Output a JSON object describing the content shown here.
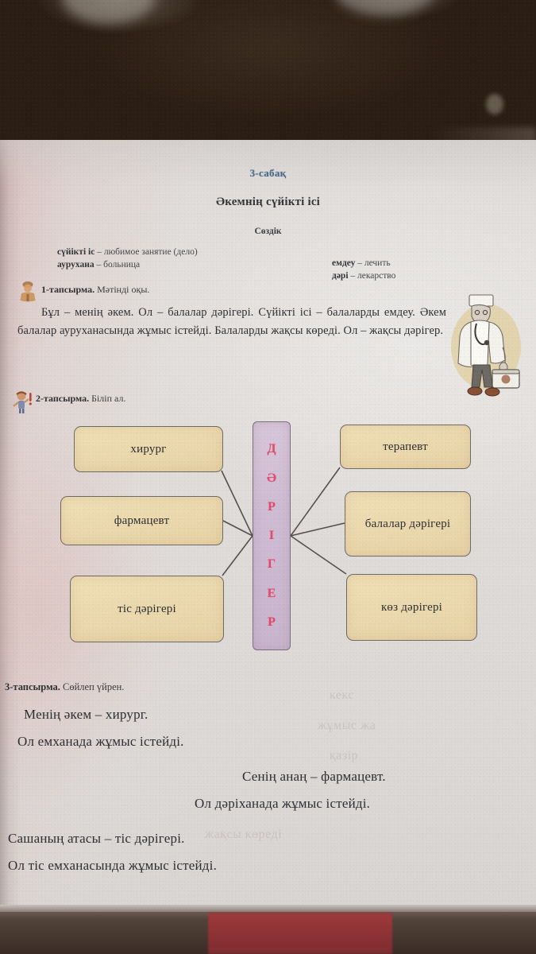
{
  "lesson": {
    "number_label": "3-сабақ",
    "title": "Әкемнің сүйікті ісі"
  },
  "vocabulary": {
    "heading": "Сөздік",
    "entries_left": [
      {
        "term": "сүйікті іс",
        "dash": " – ",
        "translation": "любимое занятие (дело)"
      },
      {
        "term": "аурухана",
        "dash": " – ",
        "translation": "больница"
      }
    ],
    "entries_right": [
      {
        "term": "емдеу",
        "dash": " – ",
        "translation": "лечить"
      },
      {
        "term": "дәрі",
        "dash": " – ",
        "translation": "лекарство"
      }
    ]
  },
  "tasks": {
    "task1": {
      "number": "1-тапсырма.",
      "instruction": " Мәтінді оқы."
    },
    "task2": {
      "number": "2-тапсырма.",
      "instruction": " Біліп ал."
    },
    "task3": {
      "number": "3-тапсырма.",
      "instruction": " Сөйлеп үйрен."
    }
  },
  "reading_text": "Бұл – менің әкем. Ол – балалар дәрігері. Сүйікті ісі – балаларды емдеу. Әкем балалар ауруханасында жұмыс істейді. Балаларды жақсы көреді. Ол – жақсы дәрігер.",
  "diagram": {
    "center_word": "ДӘРІГЕР",
    "center_letters": [
      "Д",
      "Ә",
      "Р",
      "І",
      "Г",
      "Е",
      "Р"
    ],
    "left_boxes": [
      {
        "label": "хирург"
      },
      {
        "label": "фармацевт"
      },
      {
        "label": "тіс дәрігері"
      }
    ],
    "right_boxes": [
      {
        "label": "терапевт"
      },
      {
        "label": "балалар дәрігері"
      },
      {
        "label": "көз дәрігері"
      }
    ]
  },
  "sentences": [
    "Менің әкем – хирург.",
    "Ол емханада жұмыс істейді.",
    "Сенің анаң – фармацевт.",
    "Ол дәріханада жұмыс істейді.",
    "Сашаның атасы – тіс дәрігері.",
    "Ол тіс емханасында жұмыс істейді."
  ],
  "colors": {
    "lesson_number": "#4b6b8c",
    "diagram_box_fill": "#ecd9ae",
    "diagram_center_fill": "#cfbcd3",
    "diagram_center_text": "#e24a6a",
    "page_paper": "#e0dcda"
  },
  "illustration": {
    "doctor_alt": "doctor-illustration",
    "task1_icon": "child-figure-icon",
    "task2_icon": "child-with-exclamation-icon"
  },
  "showthrough": [
    "кекс",
    "жұмыс жа",
    "қазір",
    "жақсы көреді"
  ]
}
